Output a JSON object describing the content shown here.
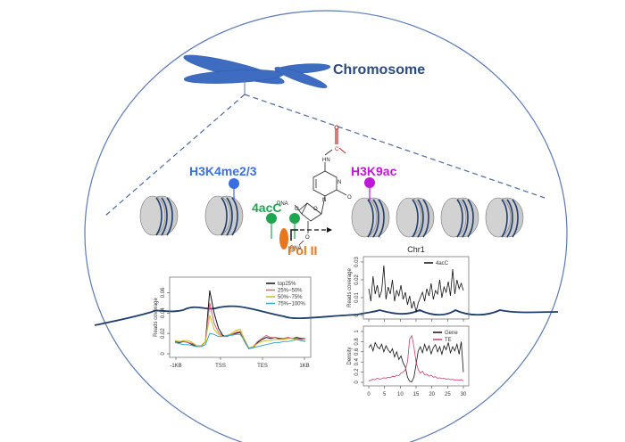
{
  "title": "Chromosome",
  "labels": {
    "h3k4": "H3K4me2/3",
    "h3k9": "H3K9ac",
    "acC": "4acC",
    "pol": "Pol II",
    "dna1": "DNA",
    "dna2": "DNA",
    "hn": "HN",
    "n": "N",
    "o_ring": "O",
    "o_carbonyl": "O",
    "c": "C",
    "o_sugar": "O",
    "o5": "O",
    "o3": "O"
  },
  "colors": {
    "circle": "#5a7ab5",
    "chromosome": "#3d6cc0",
    "dna_strand": "#1f3e6e",
    "nucleosome": "#c9c9c9",
    "h3k4": "#3b6fe0",
    "h3k9": "#c016d6",
    "acC": "#1ea550",
    "pol": "#e8761f",
    "title": "#2b4a7e",
    "acetyl": "#b02a2a"
  },
  "chart_data": [
    {
      "type": "line",
      "title": "",
      "xlabel": "",
      "ylabel": "Reads coverage",
      "x_ticks": [
        "-1KB",
        "TSS",
        "TES",
        "1KB"
      ],
      "y_ticks": [
        "0",
        "0.02",
        "0.04",
        "0.06"
      ],
      "ylim": [
        0,
        0.07
      ],
      "x": [
        0,
        1,
        2,
        3,
        4,
        5,
        6,
        7,
        8,
        9,
        10,
        11,
        12,
        13,
        14,
        15,
        16,
        17,
        18,
        19,
        20,
        21,
        22,
        23,
        24,
        25,
        26,
        27,
        28,
        29,
        30
      ],
      "legend_position": "top-right",
      "series": [
        {
          "name": "top25%",
          "color": "#111111",
          "values": [
            0.012,
            0.011,
            0.012,
            0.011,
            0.009,
            0.007,
            0.007,
            0.012,
            0.062,
            0.04,
            0.025,
            0.018,
            0.017,
            0.019,
            0.02,
            0.021,
            0.012,
            0.005,
            0.006,
            0.011,
            0.014,
            0.016,
            0.015,
            0.016,
            0.015,
            0.015,
            0.016,
            0.015,
            0.016,
            0.015,
            0.015
          ]
        },
        {
          "name": "25%~50%",
          "color": "#d9607e",
          "values": [
            0.012,
            0.012,
            0.012,
            0.011,
            0.01,
            0.008,
            0.007,
            0.012,
            0.05,
            0.03,
            0.021,
            0.017,
            0.017,
            0.019,
            0.021,
            0.022,
            0.012,
            0.005,
            0.007,
            0.012,
            0.015,
            0.018,
            0.016,
            0.016,
            0.014,
            0.015,
            0.016,
            0.015,
            0.015,
            0.014,
            0.015
          ]
        },
        {
          "name": "50%~75%",
          "color": "#c8c020",
          "values": [
            0.013,
            0.012,
            0.013,
            0.013,
            0.011,
            0.008,
            0.008,
            0.012,
            0.038,
            0.024,
            0.019,
            0.017,
            0.018,
            0.02,
            0.023,
            0.024,
            0.014,
            0.006,
            0.007,
            0.01,
            0.012,
            0.013,
            0.013,
            0.014,
            0.014,
            0.014,
            0.015,
            0.015,
            0.014,
            0.013,
            0.013
          ]
        },
        {
          "name": "75%~100%",
          "color": "#3aa6c6",
          "values": [
            0.011,
            0.01,
            0.009,
            0.009,
            0.008,
            0.007,
            0.007,
            0.009,
            0.02,
            0.019,
            0.017,
            0.017,
            0.018,
            0.018,
            0.019,
            0.019,
            0.013,
            0.005,
            0.006,
            0.007,
            0.008,
            0.009,
            0.01,
            0.011,
            0.011,
            0.012,
            0.012,
            0.013,
            0.014,
            0.013,
            0.012
          ]
        }
      ]
    },
    {
      "type": "line",
      "title": "Chr1",
      "xlabel": "",
      "ylabel": "Reads coverage",
      "y_ticks": [
        "0",
        "0.01",
        "0.02",
        "0.03"
      ],
      "ylim": [
        0,
        0.03
      ],
      "xlim": [
        0,
        30
      ],
      "legend_position": "top-right",
      "series": [
        {
          "name": "4acC",
          "color": "#111111",
          "values": [
            0.015,
            0.008,
            0.022,
            0.012,
            0.017,
            0.01,
            0.014,
            0.028,
            0.009,
            0.016,
            0.012,
            0.02,
            0.008,
            0.014,
            0.011,
            0.017,
            0.009,
            0.013,
            0.006,
            0.011,
            0.004,
            0.008,
            0.002,
            0.007,
            0.01,
            0.013,
            0.008,
            0.015,
            0.011,
            0.018,
            0.009,
            0.014,
            0.012,
            0.02,
            0.01,
            0.016,
            0.013,
            0.019,
            0.011,
            0.026,
            0.012,
            0.02,
            0.015,
            0.018,
            0.014
          ]
        }
      ]
    },
    {
      "type": "line",
      "title": "",
      "xlabel": "",
      "ylabel": "Density",
      "x_ticks": [
        "0",
        "5",
        "10",
        "15",
        "20",
        "25",
        "30"
      ],
      "y_ticks": [
        "0",
        "0.2",
        "0.4",
        "0.6",
        "0.8",
        "1"
      ],
      "ylim": [
        0,
        1
      ],
      "xlim": [
        0,
        30
      ],
      "legend_position": "top-right",
      "series": [
        {
          "name": "Gene",
          "color": "#111111",
          "values": [
            0.68,
            0.74,
            0.62,
            0.78,
            0.7,
            0.66,
            0.75,
            0.6,
            0.72,
            0.64,
            0.58,
            0.66,
            0.5,
            0.6,
            0.45,
            0.52,
            0.38,
            0.3,
            0.1,
            0.02,
            0.01,
            0.1,
            0.35,
            0.62,
            0.7,
            0.58,
            0.75,
            0.62,
            0.72,
            0.56,
            0.68,
            0.74,
            0.6,
            0.7,
            0.55,
            0.72,
            0.64,
            0.78,
            0.58,
            0.7,
            0.62,
            0.75,
            0.55,
            0.8,
            0.2
          ]
        },
        {
          "name": "TE",
          "color": "#d03a6a",
          "values": [
            0.03,
            0.04,
            0.06,
            0.05,
            0.08,
            0.06,
            0.07,
            0.09,
            0.08,
            0.1,
            0.09,
            0.12,
            0.11,
            0.14,
            0.13,
            0.18,
            0.2,
            0.25,
            0.4,
            0.85,
            0.92,
            0.7,
            0.4,
            0.25,
            0.18,
            0.22,
            0.15,
            0.16,
            0.12,
            0.14,
            0.1,
            0.11,
            0.08,
            0.09,
            0.07,
            0.08,
            0.06,
            0.07,
            0.05,
            0.06,
            0.04,
            0.05,
            0.04,
            0.05,
            0.03
          ]
        }
      ]
    }
  ]
}
